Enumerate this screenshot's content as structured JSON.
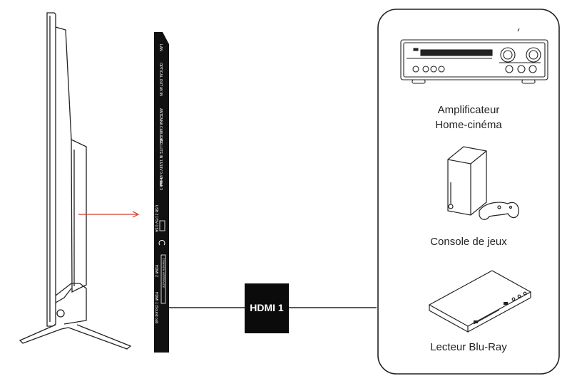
{
  "tv_panel": {
    "ports": {
      "lan": "LAN",
      "optical_out": "OPTICAL OUT",
      "av_in": "AV IN",
      "antenna": "ANTENNA CABLE IN",
      "satellite": "SATELLITE IN 13/18V 0.4A max",
      "hdmi3": "HDMI 3",
      "usb": "USB 2.0 5V 0.5A",
      "common_interface": "COMMON INTERFACE",
      "hdmi2": "HDMI 2",
      "hdmi1_label": "HDMI 1 (Sound out)"
    }
  },
  "connector": {
    "label": "HDMI 1"
  },
  "devices": {
    "amplifier": {
      "line1": "Amplificateur",
      "line2": "Home-cinéma",
      "icon": "amplifier-icon"
    },
    "console": {
      "line1": "Console de jeux",
      "icon": "game-console-icon"
    },
    "bluray": {
      "line1": "Lecteur Blu-Ray",
      "icon": "bluray-player-icon"
    }
  },
  "colors": {
    "arrow": "#d03a2a",
    "panel": "#111111",
    "line": "#222222"
  }
}
